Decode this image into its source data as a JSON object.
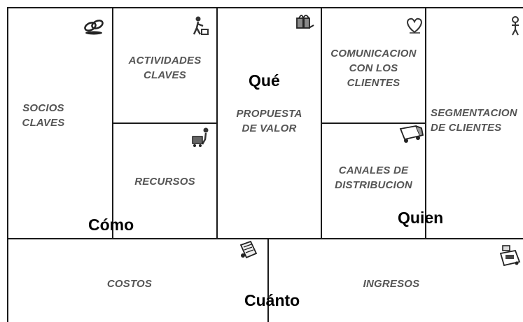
{
  "blocks": {
    "socios": "SOCIOS\nCLAVES",
    "actividades": "ACTIVIDADES\nCLAVES",
    "recursos": "RECURSOS",
    "propuesta": "PROPUESTA\nDE VALOR",
    "comunicacion": "COMUNICACION\nCON LOS\nCLIENTES",
    "canales": "CANALES DE\nDISTRIBUCION",
    "segmentacion": "SEGMENTACION\nDE CLIENTES",
    "costos": "COSTOS",
    "ingresos": "INGRESOS"
  },
  "questions": {
    "como": "Cómo",
    "que": "Qué",
    "quien": "Quien",
    "cuanto": "Cuánto"
  },
  "icons": {
    "socios": "chain-link-icon",
    "actividades": "worker-icon",
    "recursos": "person-with-cart-icon",
    "propuesta": "gift-box-icon",
    "comunicacion": "heart-icon",
    "canales": "delivery-truck-icon",
    "segmentacion": "person-icon",
    "costos": "price-tag-icon",
    "ingresos": "cash-register-icon"
  },
  "colors": {
    "line": "#1a1a1a",
    "label": "#555555",
    "question": "#000000"
  }
}
